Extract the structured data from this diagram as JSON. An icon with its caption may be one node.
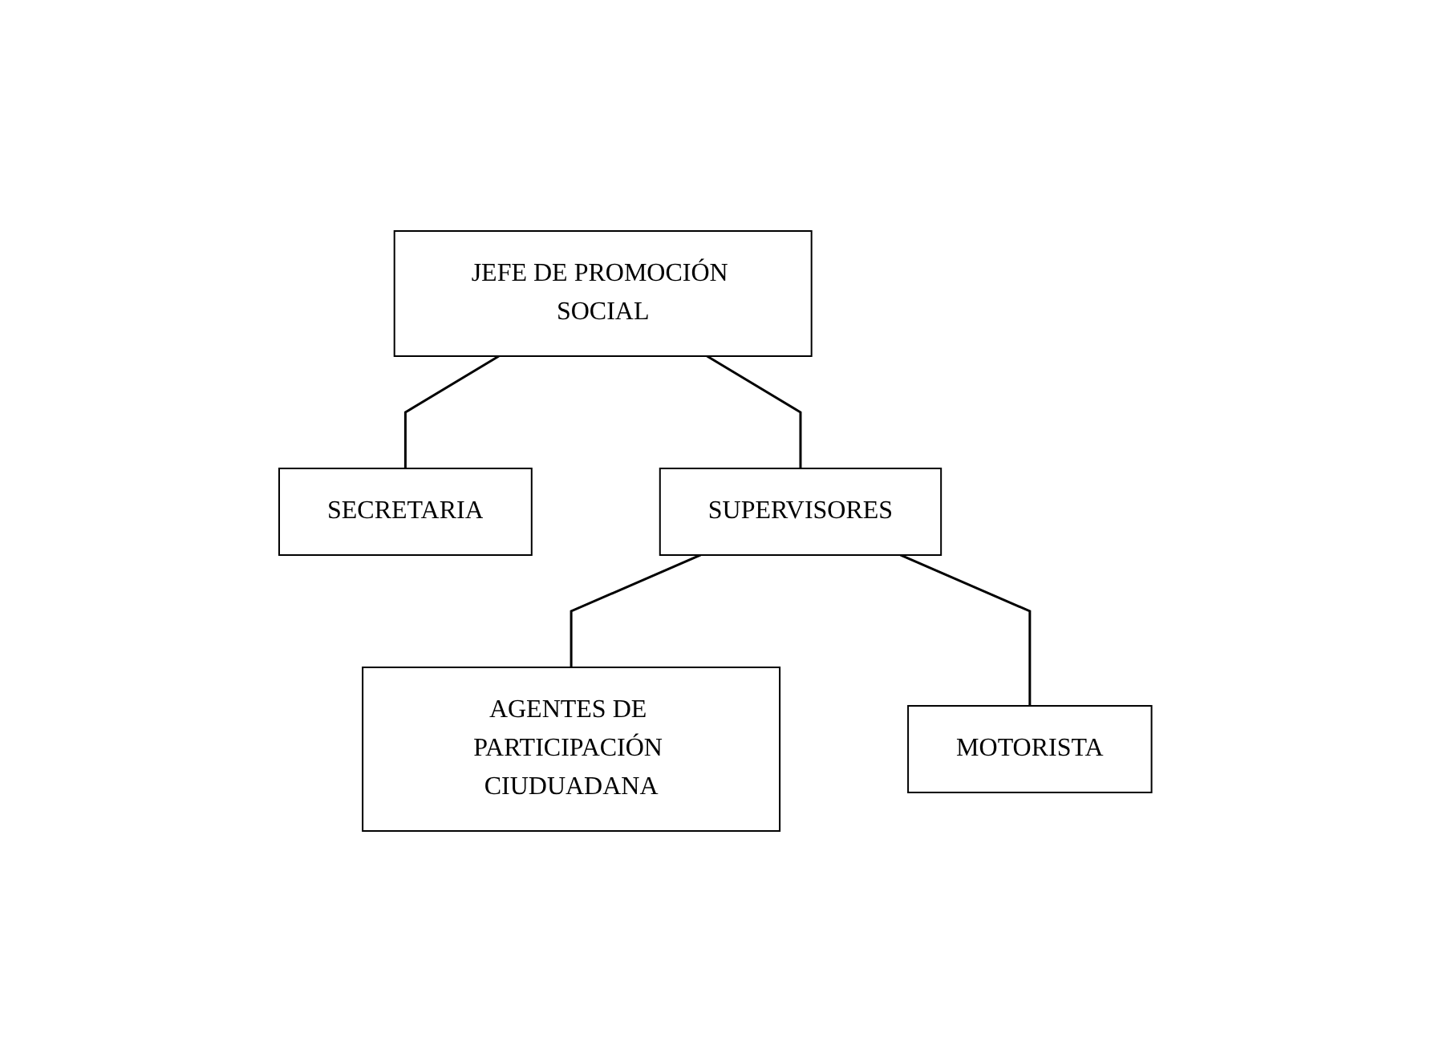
{
  "diagram": {
    "nodes": [
      {
        "text": [
          "JEFE DE PROMOCIÓN SOCIAL"
        ]
      },
      {
        "text": [
          "SECRETARIA"
        ]
      },
      {
        "text": [
          "SUPERVISORES"
        ]
      },
      {
        "text": [
          "AGENTES DE PARTICIPACIÓN CIUDUADANA"
        ]
      },
      {
        "text": [
          "MOTORISTA"
        ]
      }
    ],
    "edges": [
      {
        "from": 0,
        "to": 1,
        "arrow": "none"
      },
      {
        "from": 0,
        "to": 2,
        "arrow": "none"
      },
      {
        "from": 2,
        "to": 3,
        "arrow": "none"
      },
      {
        "from": 2,
        "to": 4,
        "arrow": "none"
      }
    ]
  }
}
